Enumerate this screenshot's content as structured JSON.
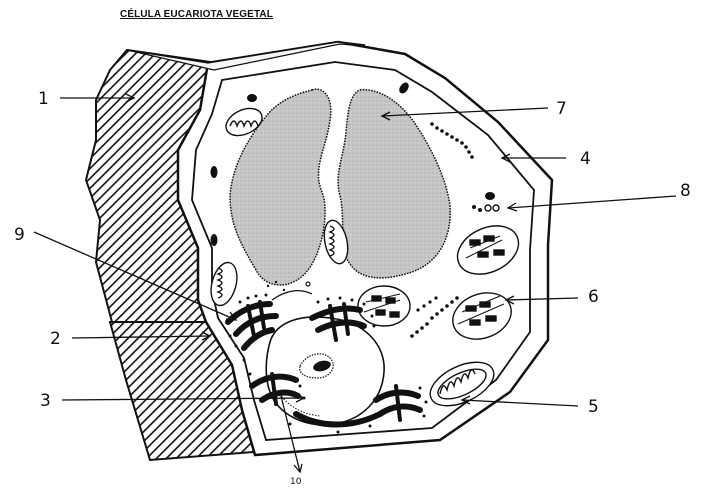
{
  "title": "CÉLULA EUCARIOTA VEGETAL",
  "labels": {
    "l1": "1",
    "l2": "2",
    "l3": "3",
    "l4": "4",
    "l5": "5",
    "l6": "6",
    "l7": "7",
    "l8": "8",
    "l9": "9",
    "l10": "10"
  },
  "colors": {
    "ink": "#111111",
    "vacuole_fill": "#c9c9c9",
    "background": "#ffffff"
  }
}
